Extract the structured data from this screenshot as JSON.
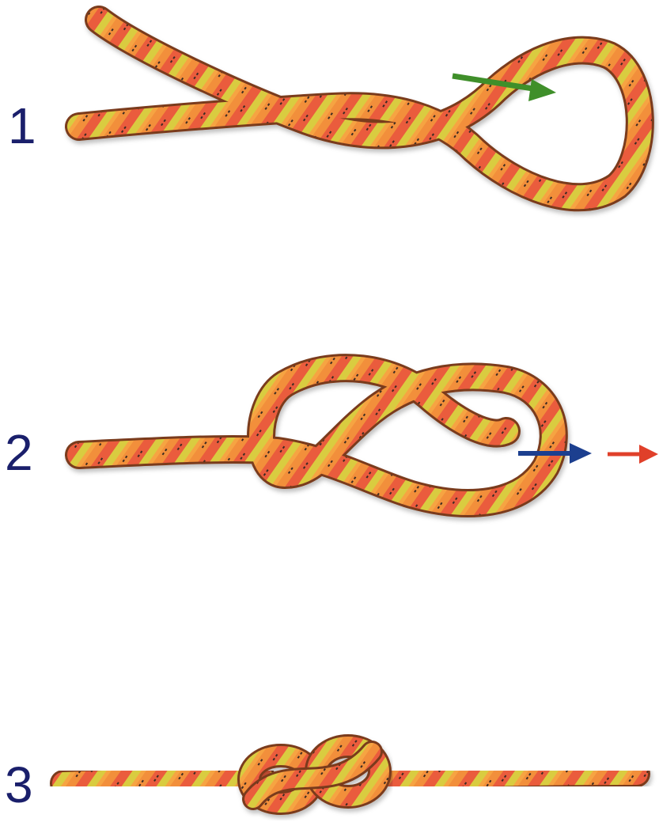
{
  "steps": [
    {
      "number": "1"
    },
    {
      "number": "2"
    },
    {
      "number": "3"
    }
  ],
  "colors": {
    "number_text": "#1a1f6b",
    "rope_orange": "#f39a3a",
    "rope_red": "#e8553a",
    "rope_yellow": "#d8c83a",
    "arrow_green": "#3f8f2a",
    "arrow_blue": "#1c3f8f",
    "arrow_red": "#e0402a"
  },
  "icons": {
    "step1_arrow": "green-arrow-icon",
    "step2_arrow_a": "blue-arrow-icon",
    "step2_arrow_b": "red-arrow-icon"
  }
}
